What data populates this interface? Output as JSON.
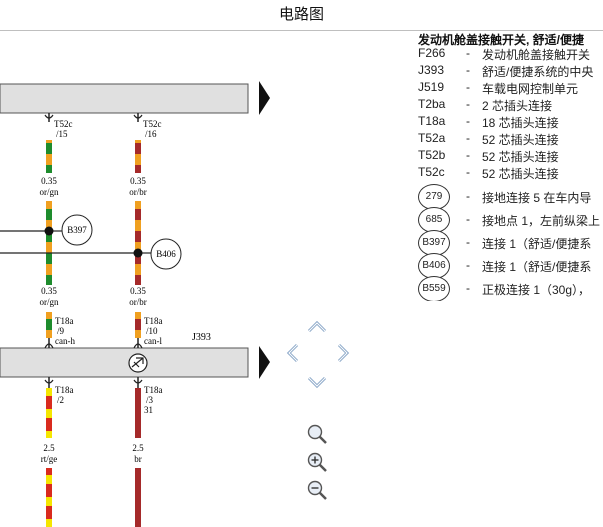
{
  "window": {
    "title": "电路图"
  },
  "diagram": {
    "wire_top_left": {
      "connector": "T52c",
      "pin": "/15",
      "gauge": "0.35",
      "color_code": "or/gn"
    },
    "wire_top_right": {
      "connector": "T52c",
      "pin": "/16",
      "gauge": "0.35",
      "color_code": "or/br"
    },
    "node_left": "B397",
    "node_right": "B406",
    "wire_mid_left": {
      "gauge": "0.35",
      "color_code": "or/gn",
      "connector": "T18a",
      "pin": "/9",
      "signal": "can-h"
    },
    "wire_mid_right": {
      "gauge": "0.35",
      "color_code": "or/br",
      "connector": "T18a",
      "pin": "/10",
      "signal": "can-l"
    },
    "module_label": "J393",
    "wire_low_left": {
      "connector": "T18a",
      "pin": "/2",
      "gauge": "2.5",
      "color_code": "rt/ge"
    },
    "wire_low_right": {
      "connector": "T18a",
      "pin": "/3",
      "pin2": "31",
      "gauge": "2.5",
      "color_code": "br"
    },
    "colors": {
      "orange": "#f0a020",
      "green": "#1e8c2d",
      "brown": "#a52a2a",
      "red": "#d92b1e",
      "yellow": "#f5e600",
      "bar": "#e0e0e0"
    }
  },
  "legend": {
    "heading": "发动机舱盖接触开关, 舒适/便捷",
    "items": [
      {
        "code": "F266",
        "desc": "发动机舱盖接触开关"
      },
      {
        "code": "J393",
        "desc": "舒适/便捷系统的中央"
      },
      {
        "code": "J519",
        "desc": "车载电网控制单元"
      },
      {
        "code": "T2ba",
        "desc": "2 芯插头连接"
      },
      {
        "code": "T18a",
        "desc": "18 芯插头连接"
      },
      {
        "code": "T52a",
        "desc": "52 芯插头连接"
      },
      {
        "code": "T52b",
        "desc": "52 芯插头连接"
      },
      {
        "code": "T52c",
        "desc": "52 芯插头连接"
      }
    ],
    "circles": [
      {
        "code": "279",
        "desc": "接地连接 5 在车内导"
      },
      {
        "code": "685",
        "desc": "接地点 1，左前纵梁上"
      },
      {
        "code": "B397",
        "desc": "连接 1（舒适/便捷系"
      },
      {
        "code": "B406",
        "desc": "连接 1（舒适/便捷系"
      },
      {
        "code": "B559",
        "desc": "正极连接 1（30g），"
      }
    ],
    "dash": "-"
  },
  "controls": {
    "nav": [
      "pan-up",
      "pan-left",
      "pan-right",
      "pan-down"
    ],
    "zoom": [
      "zoom-fit",
      "zoom-in",
      "zoom-out"
    ]
  }
}
